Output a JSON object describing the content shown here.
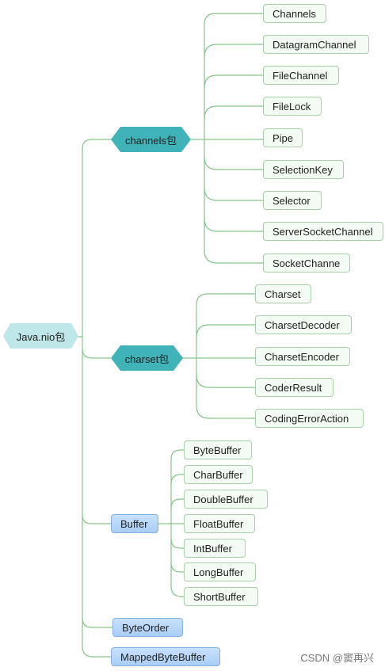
{
  "root": {
    "label": "Java.nio包"
  },
  "branches": {
    "channels": {
      "label": "channels包",
      "children": [
        "Channels",
        "DatagramChannel",
        "FileChannel",
        "FileLock",
        "Pipe",
        "SelectionKey",
        "Selector",
        "ServerSocketChannel",
        "SocketChanne"
      ]
    },
    "charset": {
      "label": "charset包",
      "children": [
        "Charset",
        "CharsetDecoder",
        "CharsetEncoder",
        "CoderResult",
        "CodingErrorAction"
      ]
    },
    "buffer": {
      "label": "Buffer",
      "children": [
        "ByteBuffer",
        "CharBuffer",
        "DoubleBuffer",
        "FloatBuffer",
        "IntBuffer",
        "LongBuffer",
        "ShortBuffer"
      ]
    },
    "byteorder": {
      "label": "ByteOrder"
    },
    "mapped": {
      "label": "MappedByteBuffer"
    }
  },
  "colors": {
    "line": "#86c38a",
    "root_fill": "#bfe6e8",
    "branch_fill": "#3fb3b8",
    "leaf_fill": "#f4fbf4",
    "leaf_border": "#a9cfaa",
    "blue_fill": "#b4d5f8"
  },
  "watermark": "CSDN @窦再兴"
}
